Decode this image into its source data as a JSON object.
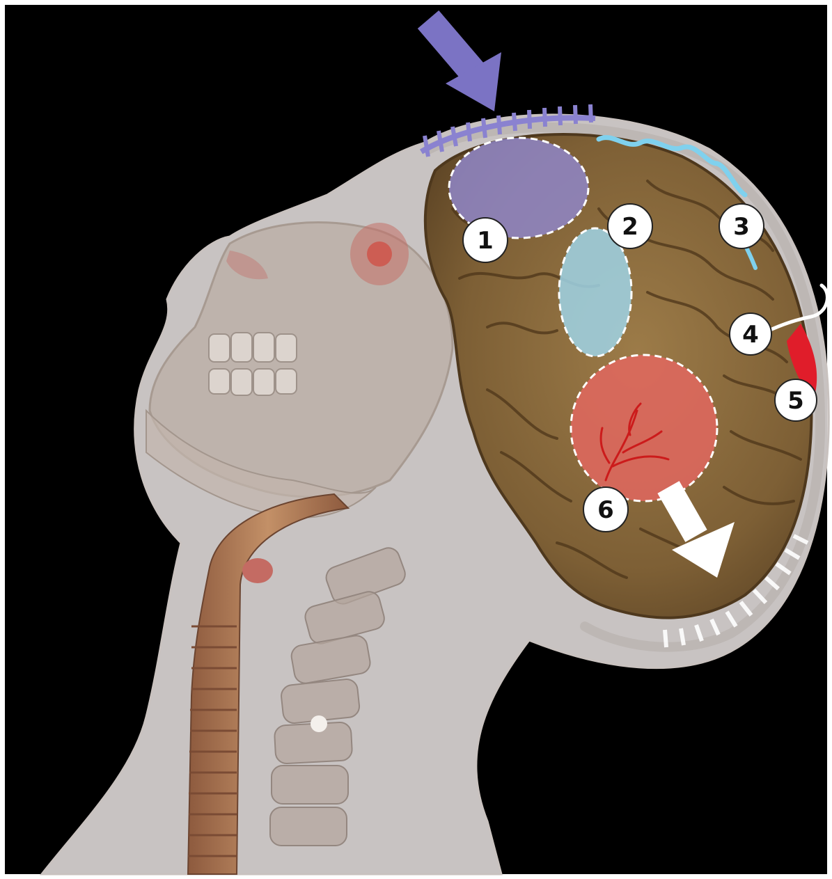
{
  "figure": {
    "colors": {
      "background": "#000000",
      "frame": "#ffffff",
      "head_silhouette": "#d9d4d2",
      "brain": "#8a6a3c",
      "impact_region": "#8f86c8",
      "contusion_region": "#9fd3e6",
      "bleed_region": "#e2675f",
      "arrow_impact": "#7b73c4",
      "arrow_rebound": "#ffffff",
      "vessel": "#cc1b1b",
      "callout_fill": "#ffffff",
      "callout_text": "#111111"
    },
    "callouts": [
      {
        "label": "1"
      },
      {
        "label": "2"
      },
      {
        "label": "3"
      },
      {
        "label": "4"
      },
      {
        "label": "5"
      },
      {
        "label": "6"
      }
    ]
  }
}
